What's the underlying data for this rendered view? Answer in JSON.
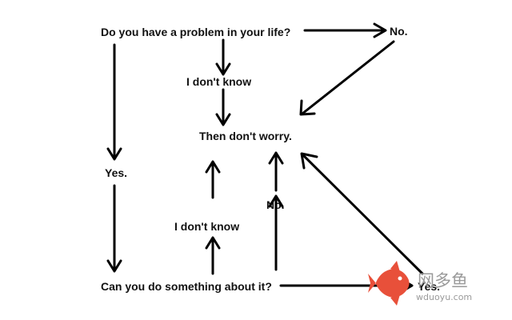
{
  "diagram": {
    "nodes": {
      "question_problem": "Do you have a problem in your life?",
      "no_top": "No.",
      "dont_know_top": "I don't know",
      "then_dont_worry": "Then don't worry.",
      "yes_left": "Yes.",
      "no_mid": "No.",
      "dont_know_bottom": "I don't know",
      "question_do_something": "Can you do something about it?",
      "yes_bottom": "Yes."
    }
  },
  "watermark": {
    "title": "网多鱼",
    "url": "wduoyu.com",
    "logo_color": "#e8503a"
  }
}
